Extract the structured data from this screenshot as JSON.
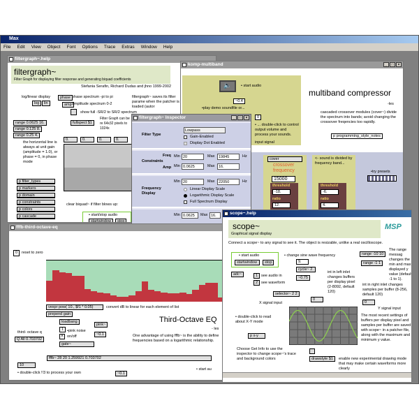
{
  "app": {
    "title": "Max",
    "menu": [
      "File",
      "Edit",
      "View",
      "Object",
      "Font",
      "Options",
      "Trace",
      "Extras",
      "Window",
      "Help"
    ]
  },
  "filtergraph": {
    "title": "filtergraph~.help",
    "heading": "filtergraph~",
    "subtitle": "Filter Graph for displaying filter response and generating biquad coefficients",
    "authors": "Stefania Serafin, Richard Dudas and jhno 1999-2002",
    "loglin_label": "log/linear display",
    "log": "log",
    "lin": "lin",
    "phase": "phase",
    "amp": "amp",
    "phase_desc": "phase spectrum -pi to pi",
    "amp_desc": "amplitude spectrum 0-2",
    "fullspect_desc": "show full -SR/2 to SR/2 spectrum",
    "fullspect": "fullspect $1",
    "saves_text": "filtergraph~ saves its filter parame when the patcher is loaded (autor",
    "resize_text": "Filter Graph can be re 64x32 pixels to 1024x",
    "ranges": [
      "range 0.0625 16.",
      "range 0.125 8.",
      "range 0.25 4."
    ],
    "nums": [
      "0.",
      "0.",
      "0.",
      "0."
    ],
    "horiz_text": "the horizontal line is always at unit gain (amplitude = 1.0), or phase = 0, in phase mode",
    "subpatches": [
      "p filter_types",
      "p markers",
      "p domain",
      "p constraints",
      "p colors",
      "p cascade"
    ],
    "clear_text": "clear biquad~ if filter blows up:",
    "start_stop": "• start/stop audio",
    "startwindow": "startwindow",
    "stop": "stop"
  },
  "komp": {
    "title": "komp-multiband",
    "start_audio": "• start audio",
    "play_demo": "•play demo soundfile or...",
    "gain": "~0.4",
    "zero": "0",
    "dblclick": "• ... double-click to control output volume and process your sounds.",
    "input_signal": "input signal",
    "heading": "multiband compressor",
    "author": "-les",
    "desc": "cascaded crossover modules (cover~) divide the spectrum into bands; avoid changing the crossover freqencies too rapidly.",
    "notes": "p programming_style_notes",
    "cover": "cover",
    "crossover": "crossover frequency",
    "freq": "15000",
    "divided": "<- sound is divided by frequency band...",
    "presets": "•try presets",
    "bands": [
      {
        "threshold_label": "threshold",
        "threshold": "-18.",
        "ratio_label": "ratio",
        "ratio": "12."
      },
      {
        "threshold_label": "threshold",
        "threshold": "-6.",
        "ratio_label": "ratio",
        "ratio": "4."
      }
    ]
  },
  "inspector": {
    "title": "filtergraph~ Inspector",
    "filter_type_label": "Filter Type",
    "filter_type": "Lowpass",
    "gain_enabled": "Gain-Enabled",
    "display_dot": "Display Dot Enabled",
    "freq_label": "Freq",
    "constraints_label": "Constraints",
    "amp_label": "Amp",
    "min": "Min",
    "max": "Max",
    "hz": "Hz",
    "freq_min": "20",
    "freq_max": "19845",
    "amp_min": "0.0625",
    "amp_max": "16.",
    "freqdisp_label": "Frequency Display",
    "fd_min": "20",
    "fd_max": "22050",
    "linear": "Linear Display Scale",
    "log": "Logarithmic Display Scale",
    "full": "Full Spectrum Display",
    "amp2_min": "0.0625",
    "amp2_max": "16."
  },
  "fffb": {
    "title": "fffb-third-octave-eq",
    "zero": "0",
    "reset": "reset to zero",
    "vexpr": "vexpr pow( 10., $f1 * 0.05)",
    "convert": "convert dB to linear for each element of list",
    "prepend": "prepend gain",
    "loadbang": "loadbang",
    "one": "1",
    "pink_noise": "•pink noise",
    "onoff": "on/off",
    "pink": "pink~",
    "gain": "~0.1",
    "gate": "gate~",
    "q_label": "third- octave q",
    "q": "Q All 0.703702",
    "fffb": "fffb~ 28 20 1.259921 0.703702",
    "ten": "10",
    "dbl": "• double-click !!3 to process your own",
    "gain2": "~0.1",
    "start_au": "• start au",
    "heading": "Third-Octave EQ",
    "author": "- les",
    "desc": "One advantage of using fffb~ is the ability to define frequencies based on a logarithmic relationship.",
    "eq_levels": [
      0.5,
      0.75,
      0.7,
      0.68,
      0.62,
      0.62,
      0.3,
      0.25,
      0.22,
      0.2,
      0.15,
      0.12,
      0.12,
      0.15,
      0.25,
      0.48,
      0.28,
      0.25,
      0.22,
      0.2,
      0.2,
      0.22,
      0.18,
      0.28,
      0.4,
      0.45,
      0.45,
      0.1
    ],
    "colors": {
      "bar": "#c2363f",
      "bg": "#a8dcb8"
    }
  },
  "scope": {
    "title": "scope~.help",
    "heading": "scope~",
    "subtitle": "Graphical signal display",
    "logo": "MSP",
    "intro": "Connect a scope~ to any signal to see it. The object is resizable, unlike a real oscilloscope.",
    "start_audio": "• start audio",
    "startwindow": "startwindow",
    "stop": "stop",
    "adc": "adc~",
    "one": "1",
    "two": "2",
    "see_in": "see audio in",
    "see_wave": "see waveform",
    "change_freq": "• change sine wave frequency",
    "freq": "9.",
    "cycle": "cycle~ 2.",
    "gain": "~0.75",
    "selector": "selector~ 2 2",
    "int_left": "int in left inlet changes buffers per display pixel (2-8092, default 120)",
    "range1": "range -10 10",
    "range2": "range -1 1",
    "range_desc": "The range messag changes the min and max displayed y value (default -1 to 1).",
    "int_right": "int in right inlet changes samples per buffer (8-256, default 120)",
    "num0": "0",
    "num1": "0",
    "x_input": "X signal input",
    "y_input": "Y signal input",
    "xy_read": "• double-click to read about X-Y mode",
    "pxy": "p x-y",
    "recent": "The most recent settings of buffers per display pixel and samples per buffer are saved with scope~ in a patcher file, along with the maximum and minimum y value.",
    "getinfo": "Choose Get Info to use the inspector to change scope~'s trace and background colors",
    "drawstyle": "drawstyle $1",
    "experimental": "enable new experimental drawing mode that may make certain waveforms more clearly",
    "colors": {
      "screen": "#7a7a7a",
      "trace": "#8ccc50"
    }
  }
}
